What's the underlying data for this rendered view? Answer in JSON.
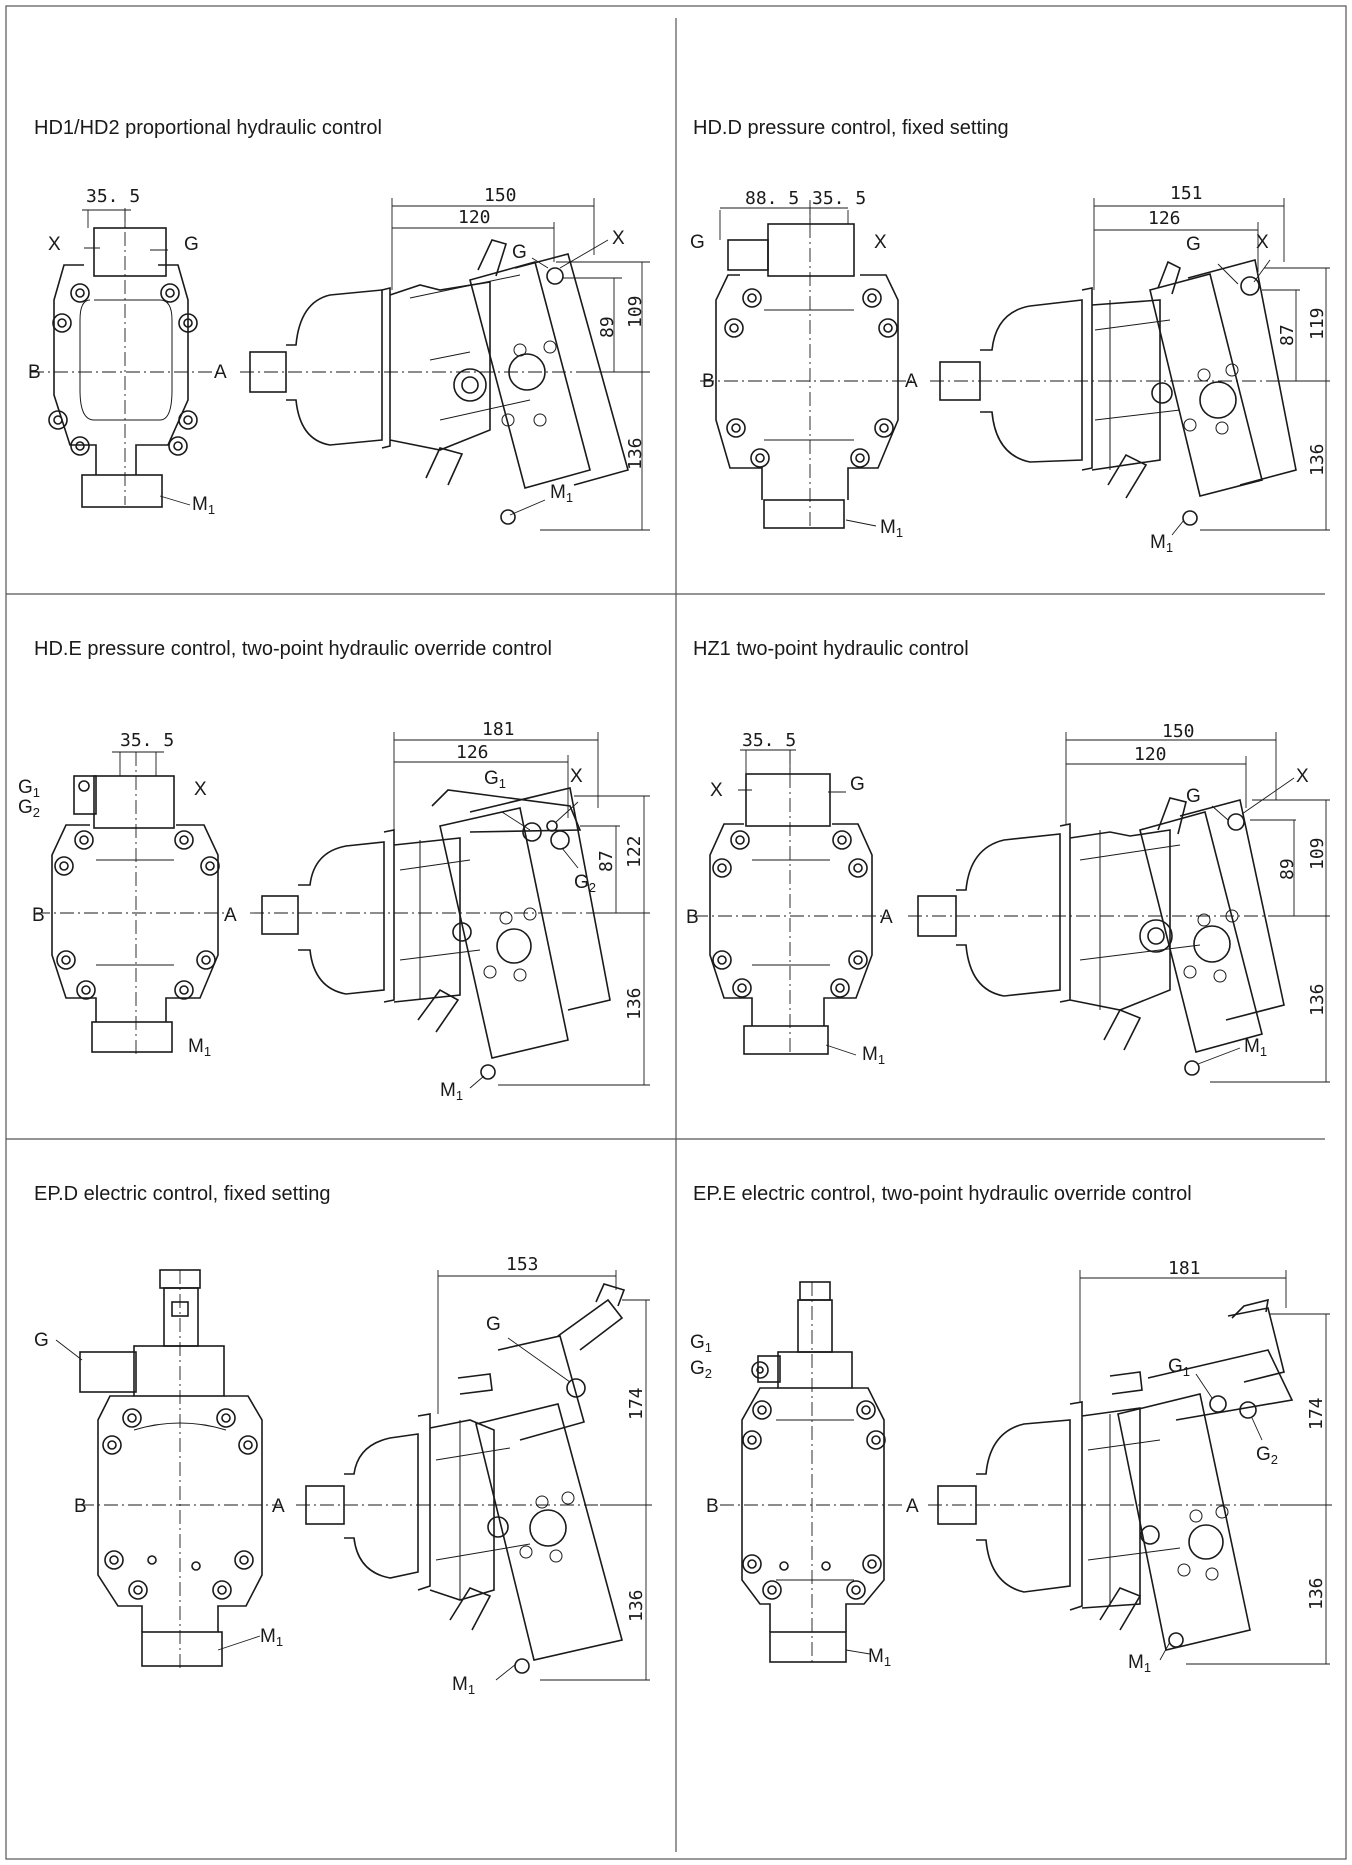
{
  "panels": [
    {
      "title": "HD1/HD2 proportional hydraulic control",
      "front": {
        "left": "B",
        "right": "A",
        "top_left": "X",
        "top_right": "G",
        "bottom": "M1",
        "dims": [
          "35. 5"
        ]
      },
      "side": {
        "top_dims": [
          "150",
          "120"
        ],
        "right_dims": [
          "89",
          "109",
          "136"
        ],
        "labels": [
          "G",
          "X",
          "M1"
        ]
      }
    },
    {
      "title": "HD.D pressure control, fixed setting",
      "front": {
        "left": "B",
        "right": "A",
        "top_left": "G",
        "top_right": "X",
        "bottom": "M1",
        "dims": [
          "88. 5",
          "35. 5"
        ]
      },
      "side": {
        "top_dims": [
          "151",
          "126"
        ],
        "right_dims": [
          "87",
          "119",
          "136"
        ],
        "labels": [
          "G",
          "X",
          "M1"
        ]
      }
    },
    {
      "title": "HD.E pressure control, two-point hydraulic override control",
      "front": {
        "left": "B",
        "right": "A",
        "top_left": "G1",
        "top_left2": "G2",
        "top_right": "X",
        "bottom": "M1",
        "dims": [
          "35. 5"
        ]
      },
      "side": {
        "top_dims": [
          "181",
          "126"
        ],
        "right_dims": [
          "87",
          "122",
          "136"
        ],
        "labels": [
          "G1",
          "X",
          "G2",
          "M1"
        ]
      }
    },
    {
      "title": "HZ1 two-point hydraulic control",
      "front": {
        "left": "B",
        "right": "A",
        "top_left": "X",
        "top_right": "G",
        "bottom": "M1",
        "dims": [
          "35. 5"
        ]
      },
      "side": {
        "top_dims": [
          "150",
          "120"
        ],
        "right_dims": [
          "89",
          "109",
          "136"
        ],
        "labels": [
          "G",
          "X",
          "M1"
        ]
      }
    },
    {
      "title": "EP.D electric control, fixed setting",
      "front": {
        "left": "B",
        "right": "A",
        "top_left": "G",
        "bottom": "M1",
        "dims": []
      },
      "side": {
        "top_dims": [
          "153"
        ],
        "right_dims": [
          "174",
          "136"
        ],
        "labels": [
          "G",
          "M1"
        ]
      }
    },
    {
      "title": "EP.E electric control, two-point hydraulic override control",
      "front": {
        "left": "B",
        "right": "A",
        "top_left": "G1",
        "top_left2": "G2",
        "bottom": "M1",
        "dims": []
      },
      "side": {
        "top_dims": [
          "181"
        ],
        "right_dims": [
          "174",
          "136"
        ],
        "labels": [
          "G1",
          "G2",
          "M1"
        ]
      }
    }
  ]
}
